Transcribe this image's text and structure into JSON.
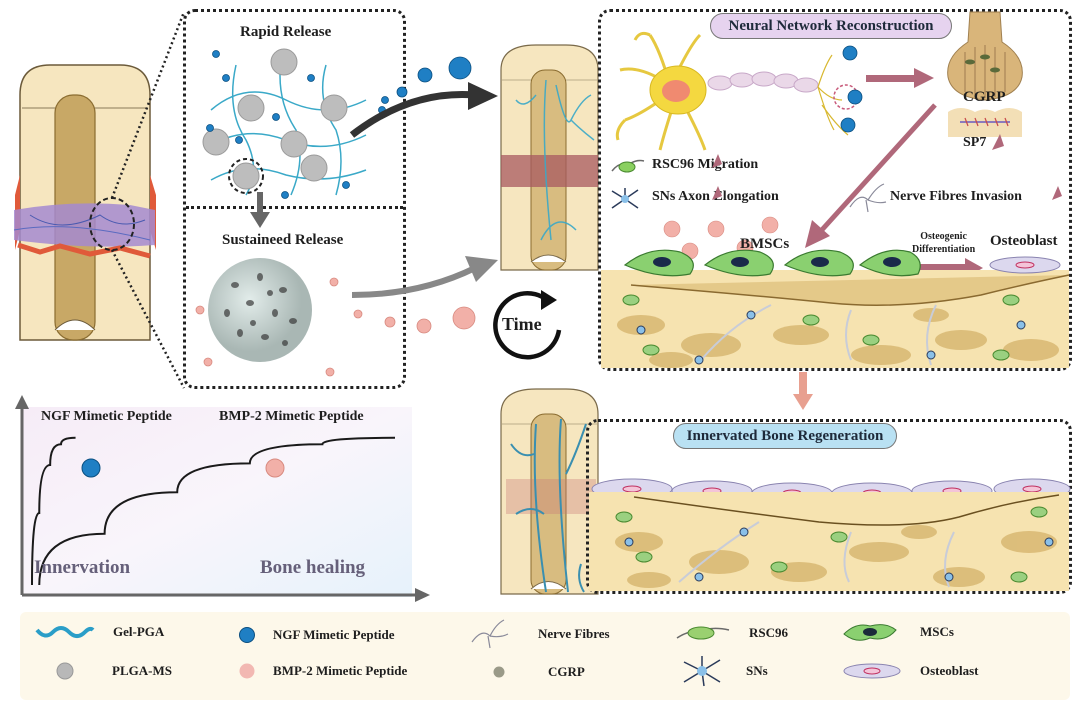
{
  "release_panel": {
    "rapid_release": "Rapid Release",
    "sustained_release": "Sustaineed Release"
  },
  "time_label": "Time",
  "neural_panel": {
    "title": "Neural Network Reconstruction",
    "cgrp": "CGRP",
    "sp7": "SP7",
    "rsc96_migration": "RSC96  Migration",
    "sns_axon": "SNs  Axon  Elongation",
    "nerve_invasion": "Nerve  Fibres  Invasion",
    "bmscs": "BMSCs",
    "osteogenic_line1": "Osteogenic",
    "osteogenic_line2": "Differentiation",
    "osteoblast": "Osteoblast"
  },
  "bone_panel": {
    "title": "Innervated  Bone  Regeneration"
  },
  "chart_data": {
    "type": "line",
    "title": "",
    "xlabel": "",
    "ylabel": "",
    "series": [
      {
        "name": "NGF Mimetic Peptide",
        "color": "#1f7fc4",
        "x": [
          0,
          2,
          5,
          8,
          12
        ],
        "y": [
          0,
          45,
          75,
          88,
          92
        ]
      },
      {
        "name": "BMP-2 Mimetic Peptide",
        "color": "#f0a8a0",
        "x": [
          2,
          20,
          40,
          60,
          80,
          100
        ],
        "y": [
          0,
          32,
          58,
          76,
          88,
          92
        ]
      }
    ],
    "x_annotations": [
      "Innervation",
      "Bone healing"
    ],
    "xlim": [
      0,
      100
    ],
    "ylim": [
      0,
      100
    ],
    "grid": false
  },
  "legend": {
    "items": [
      {
        "label": "Gel-PGA",
        "icon": "wave-icon"
      },
      {
        "label": "PLGA-MS",
        "icon": "microsphere-icon"
      },
      {
        "label": "NGF Mimetic Peptide",
        "icon": "blue-sphere-icon"
      },
      {
        "label": "BMP-2 Mimetic Peptide",
        "icon": "pink-sphere-icon"
      },
      {
        "label": "Nerve  Fibres",
        "icon": "nerve-fibre-icon"
      },
      {
        "label": "CGRP",
        "icon": "cgrp-dot-icon"
      },
      {
        "label": "RSC96",
        "icon": "rsc96-cell-icon"
      },
      {
        "label": "SNs",
        "icon": "sn-cell-icon"
      },
      {
        "label": "MSCs",
        "icon": "msc-cell-icon"
      },
      {
        "label": "Osteoblast",
        "icon": "osteoblast-icon"
      }
    ]
  },
  "colors": {
    "ngf_blue": "#1f7fc4",
    "bmp_pink": "#f2b0a8",
    "gel_cyan": "#3aa9c8",
    "bone_cream": "#f7e7bf",
    "arrow_mauve": "#b0687a",
    "neural_pill": "#e6d3ef",
    "bone_pill": "#b9e1f3"
  }
}
